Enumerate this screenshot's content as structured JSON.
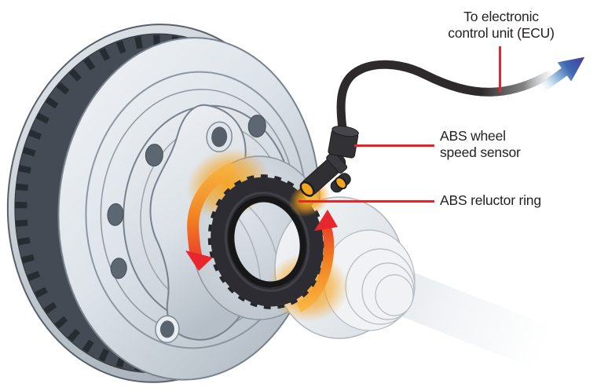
{
  "labels": {
    "ecu": {
      "line1": "To electronic",
      "line2": "control unit (ECU)"
    },
    "sensor": {
      "line1": "ABS wheel",
      "line2": "speed sensor"
    },
    "reluctor": {
      "text": "ABS reluctor ring"
    }
  },
  "colors": {
    "background": "#ffffff",
    "label_text": "#231f20",
    "leader_line_red": "#ec2227",
    "sensor_cable_black": "#2e2a2b",
    "reluctor_ring_black": "#26262b",
    "rotation_arrow_orange": "#f28120",
    "rotation_arrow_red": "#e8262d",
    "ecu_arrow_blue_dark": "#473a98",
    "ecu_arrow_blue_light": "#b9d4ea",
    "sensor_tip_yellow": "#f2a51f",
    "disc_metal_light": "#eef1f4",
    "disc_metal_shadow": "#a9b3bd",
    "disc_vent_band_dark": "#454b54"
  }
}
